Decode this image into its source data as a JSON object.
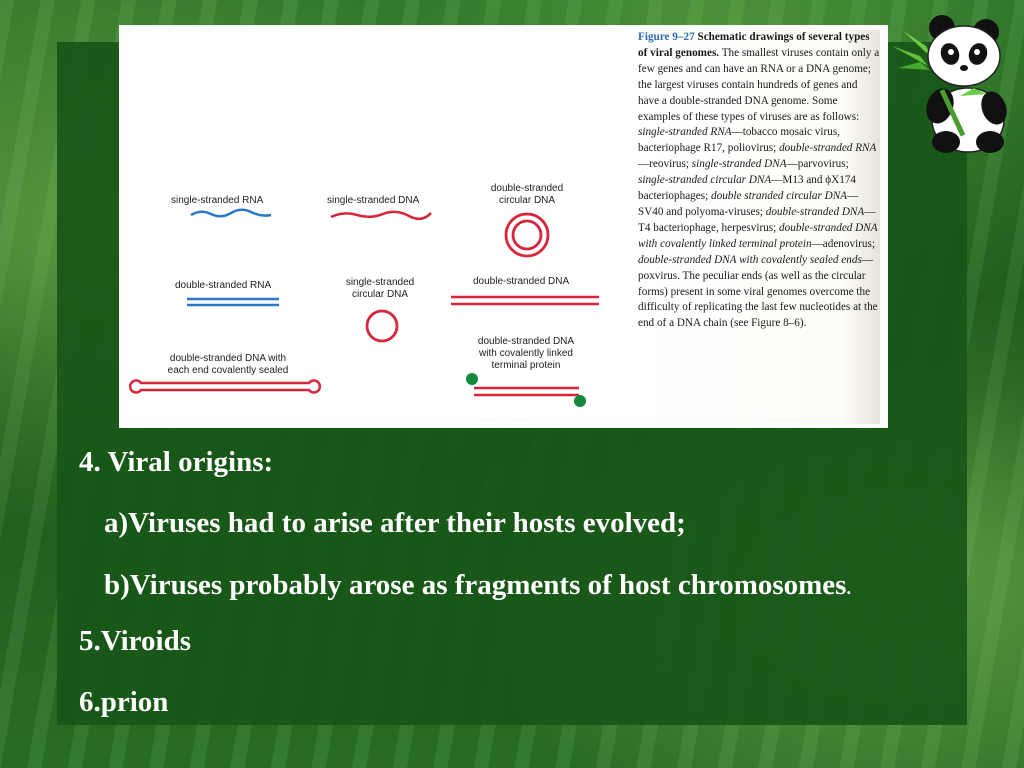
{
  "figure": {
    "labels": {
      "ss_rna": "single-stranded RNA",
      "ss_dna": "single-stranded DNA",
      "ds_circ_dna_1": "double-stranded",
      "ds_circ_dna_2": "circular DNA",
      "ds_rna": "double-stranded RNA",
      "ss_circ_dna_1": "single-stranded",
      "ss_circ_dna_2": "circular DNA",
      "ds_dna": "double-stranded DNA",
      "ds_sealed_1": "double-stranded DNA with",
      "ds_sealed_2": "each end covalently sealed",
      "ds_protein_1": "double-stranded DNA",
      "ds_protein_2": "with covalently linked",
      "ds_protein_3": "terminal protein"
    },
    "caption": {
      "fignum": "Figure 9–27",
      "title": "Schematic drawings of several types of viral genomes.",
      "t1": " The smallest viruses contain only a few genes and can have an RNA or a DNA genome; the largest viruses contain hundreds of genes and have a double-stranded DNA genome. Some examples of these types of viruses are as follows: ",
      "i1": "single-stranded RNA",
      "t2": "—tobacco mosaic virus, bacteriophage R17, poliovirus; ",
      "i2": "double-stranded RNA",
      "t3": "—reovirus; ",
      "i3": "single-stranded DNA",
      "t4": "—parvovirus; ",
      "i4": "single-stranded circular DNA",
      "t5": "—M13 and ϕX174 bacteriophages; ",
      "i5": "double stranded circular DNA",
      "t6": "—SV40 and polyoma-viruses; ",
      "i6": "double-stranded DNA",
      "t7": "—T4 bacteriophage, herpesvirus; ",
      "i7": "double-stranded DNA with covalently linked terminal protein",
      "t8": "—adenovirus; ",
      "i8": "double-stranded DNA with covalently sealed ends",
      "t9": "—poxvirus. The peculiar ends (as well as the circular forms) present in some viral genomes overcome the difficulty of replicating the last few nucleotides at the end of a DNA chain (see Figure 8–6)."
    },
    "colors": {
      "rna": "#2a78c8",
      "dna": "#d8253a",
      "protein": "#138a3c"
    }
  },
  "bullets": {
    "l1": "4. Viral origins:",
    "l2": "a)Viruses had to arise after their hosts evolved;",
    "l3": "b)Viruses probably arose as fragments of host chromosomes",
    "l3_period": ".",
    "l4": "5.Viroids",
    "l5": "6.prion"
  }
}
